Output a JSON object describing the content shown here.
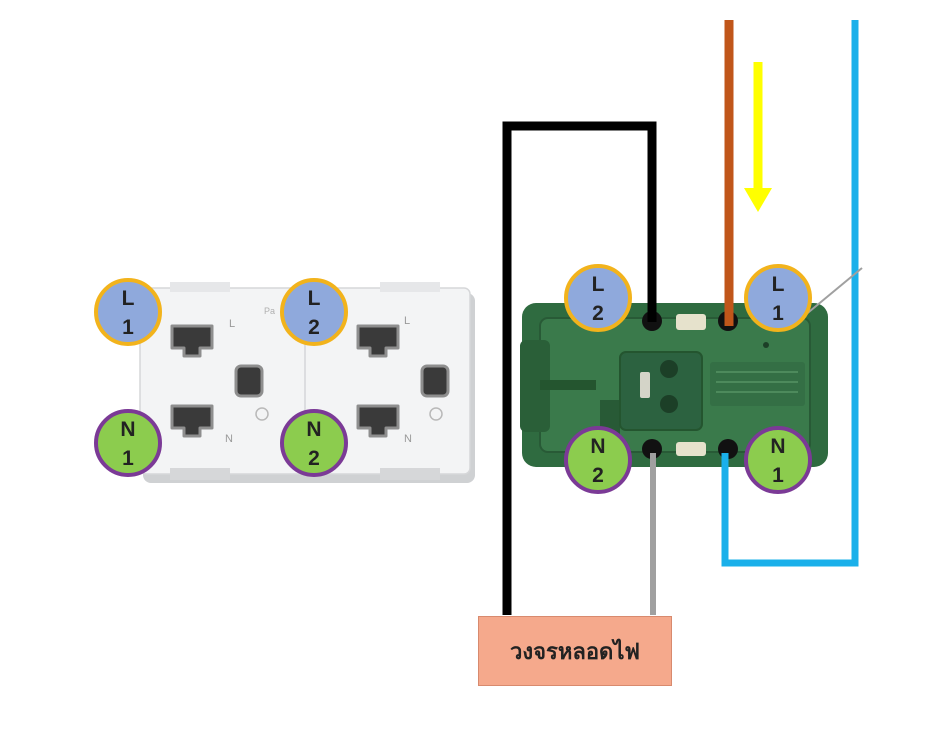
{
  "outlet": {
    "terminals": [
      {
        "id": "L1",
        "line1": "L",
        "line2": "1"
      },
      {
        "id": "L2",
        "line1": "L",
        "line2": "2"
      },
      {
        "id": "N1",
        "line1": "N",
        "line2": "1"
      },
      {
        "id": "N2",
        "line1": "N",
        "line2": "2"
      }
    ],
    "markings": {
      "live": "L",
      "neutral": "N",
      "brand": "Pa"
    }
  },
  "device": {
    "terminals": [
      {
        "id": "L2",
        "line1": "L",
        "line2": "2"
      },
      {
        "id": "L1",
        "line1": "L",
        "line2": "1"
      },
      {
        "id": "N2",
        "line1": "N",
        "line2": "2"
      },
      {
        "id": "N1",
        "line1": "N",
        "line2": "1"
      }
    ]
  },
  "load_label": "วงจรหลอดไฟ",
  "colors": {
    "live_badge": "#8fa9dc",
    "live_ring": "#f2b31c",
    "neutral_badge": "#8ccc4e",
    "neutral_ring": "#7b3a96",
    "wire_black": "#000000",
    "wire_brown": "#c0561a",
    "wire_blue": "#1ab0ea",
    "wire_gray": "#a0a0a0",
    "arrow_yellow": "#ffff00",
    "device_green": "#2f6b40",
    "load_box": "#f5a98c"
  }
}
